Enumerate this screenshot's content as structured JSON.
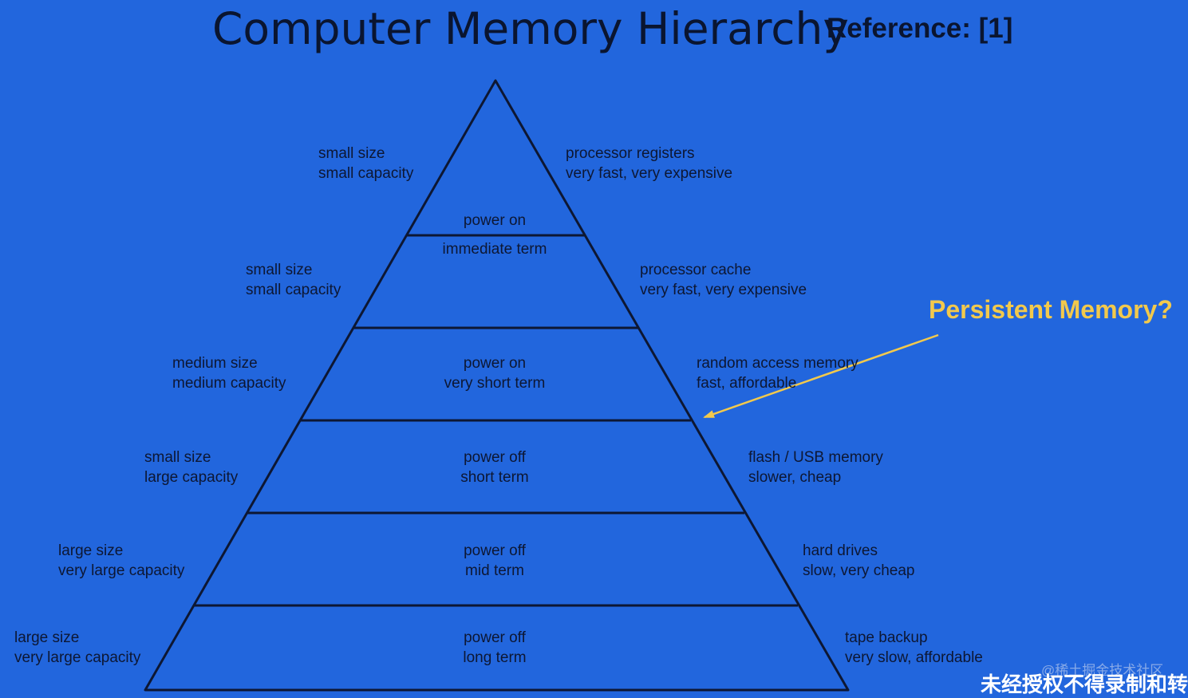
{
  "title": "Computer Memory Hierarchy",
  "reference": "Reference: [1]",
  "levels": [
    {
      "left": [
        "small size",
        "small capacity"
      ],
      "center": [
        "power on",
        "immediate term"
      ],
      "right": [
        "processor registers",
        "very fast, very expensive"
      ]
    },
    {
      "left": [
        "small size",
        "small capacity"
      ],
      "center": [],
      "right": [
        "processor cache",
        "very fast, very expensive"
      ]
    },
    {
      "left": [
        "medium size",
        "medium capacity"
      ],
      "center": [
        "power on",
        "very short term"
      ],
      "right": [
        "random access memory",
        "fast, affordable"
      ]
    },
    {
      "left": [
        "small size",
        "large capacity"
      ],
      "center": [
        "power off",
        "short term"
      ],
      "right": [
        "flash / USB memory",
        "slower, cheap"
      ]
    },
    {
      "left": [
        "large size",
        "very large capacity"
      ],
      "center": [
        "power off",
        "mid term"
      ],
      "right": [
        "hard drives",
        "slow, very cheap"
      ]
    },
    {
      "left": [
        "large size",
        "very large capacity"
      ],
      "center": [
        "power off",
        "long term"
      ],
      "right": [
        "tape backup",
        "very slow, affordable"
      ]
    }
  ],
  "annotation": "Persistent Memory?",
  "colors": {
    "background": "#2266dd",
    "lines": "#0d1733",
    "annotation": "#f2c94c"
  },
  "watermark": {
    "site": "@稀土掘金技术社区",
    "notice": "未经授权不得录制和转载"
  }
}
